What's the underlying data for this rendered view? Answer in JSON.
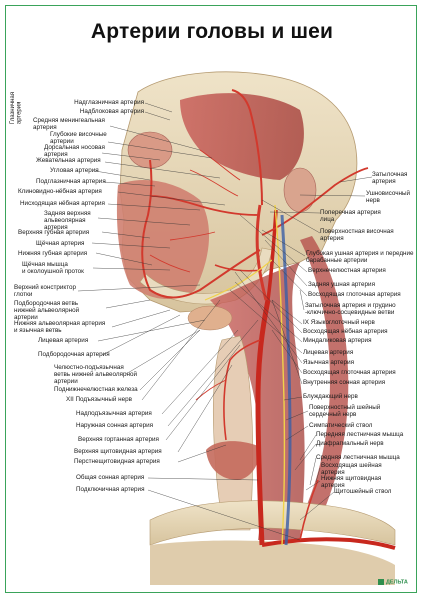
{
  "title": "Артерии головы и шеи",
  "vertical_label": "Глазничная\nартерия",
  "left_labels": [
    "Надглазничная артерия",
    "Надблоковая артерия",
    "Средняя менингеальная\nартерия",
    "Глубокие височные\nартерии",
    "Дорсальная носовая\nартерия",
    "Жевательная артерия",
    "Угловая артерия",
    "Подглазничная артерия",
    "Клиновидно-нёбная артерия",
    "Нисходящая нёбная артерия",
    "Задняя верхняя\nальвеолярная\nартерия",
    "Верхняя губная артерия",
    "Щёчная артерия",
    "Нижняя губная артерия",
    "Щёчная мышца\nи околоушной проток",
    "Верхний констриктор\nглотки",
    "Подбородочная ветвь\nнижней альвеолярной\nартерии",
    "Нижняя альвеолярная артерия\nи язычная ветвь",
    "Лицевая артерия",
    "Подбородочная артерия",
    "Челюстно-подъязычная\nветвь нижней альвеолярной\nартерии",
    "Поднижнечелюстная железа",
    "XII Подъязычный нерв",
    "Надподъязычная артерия",
    "Наружная сонная артерия",
    "Верхняя гортанная артерия",
    "Верхняя щитовидная артерия",
    "Перстнещитовидная артерия",
    "Общая сонная артерия",
    "Подключичная артерия"
  ],
  "right_labels": [
    "Затылочная\nартерия",
    "Ушновисочный\nнерв",
    "Поперечная артерия\nлица",
    "Поверхностная височная\nартерия",
    "Глубокая ушная артерия и передние\nбарабанные артерии",
    "Верхнечелюстная артерия",
    "Задняя ушная артерия",
    "Восходящая глоточная артерия",
    "Затылочная артерия и грудино\n-ключично-сосцевидные ветви",
    "IX Языкоглоточный нерв",
    "Восходящая нёбная артерия",
    "Миндаликовая артерия",
    "Лицевая артерия",
    "Язычная артерия",
    "Восходящая глоточная артерия",
    "Внутренняя сонная артерия",
    "Блуждающий нерв",
    "Поверхностный шейный\nсердечный нерв",
    "Симпатический ствол",
    "Передняя лестничная мышца",
    "Диафрагмальный нерв",
    "Средняя лестничная мышца",
    "Восходящая шейная\nартерия",
    "Нижняя щитовидная\nартерия",
    "Щитошейный ствол"
  ],
  "logo_text": "ДЕЛЬТА"
}
